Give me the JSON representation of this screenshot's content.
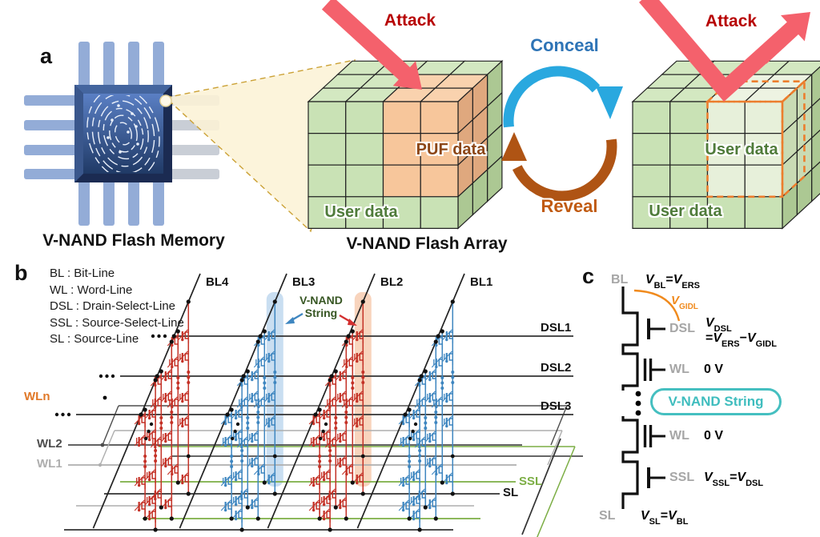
{
  "panel_labels": {
    "a": "a",
    "b": "b",
    "c": "c"
  },
  "panel_a": {
    "chip_caption": "V-NAND Flash Memory",
    "array_caption": "V-NAND Flash Array",
    "attack_left": "Attack",
    "attack_right": "Attack",
    "conceal": "Conceal",
    "reveal": "Reveal",
    "puf_data": "PUF data",
    "user_data_front": "User data",
    "user_data_concealed": "User data",
    "user_data_right": "User data"
  },
  "panel_b": {
    "legend": [
      "BL : Bit-Line",
      "WL : Word-Line",
      "DSL : Drain-Select-Line",
      "SSL : Source-Select-Line",
      "SL : Source-Line"
    ],
    "bit_lines": [
      "BL4",
      "BL3",
      "BL2",
      "BL1"
    ],
    "dsl_lines": [
      "DSL1",
      "DSL2",
      "DSL3"
    ],
    "word_lines": [
      {
        "label": "WLn",
        "color": "#E07828"
      },
      {
        "label": "WL2",
        "color": "#4D4D4D"
      },
      {
        "label": "WL1",
        "color": "#AEAEAE"
      }
    ],
    "ssl_label": "SSL",
    "sl_label": "SL",
    "string_callout_line1": "V-NAND",
    "string_callout_line2": "String"
  },
  "panel_c": {
    "top_terminal": "BL",
    "top_formula": "V[BL]=V[ERS]",
    "gidl_label": "V[GIDL]",
    "gates": [
      {
        "label": "DSL",
        "lines": [
          "V[DSL]",
          "=V[ERS]−V[GIDL]"
        ]
      },
      {
        "label": "WL",
        "lines": [
          "0 V"
        ]
      },
      {
        "label": "WL",
        "lines": [
          "0 V"
        ]
      },
      {
        "label": "SSL",
        "lines": [
          "V[SSL]=V[DSL]"
        ]
      }
    ],
    "badge": "V-NAND String",
    "bottom_terminal": "SL",
    "bottom_formula": "V[SL]=V[BL]"
  },
  "colors": {
    "attack_arrow": "#F4616C",
    "attack_text": "#B70000",
    "conceal_arrow": "#29A8DF",
    "reveal_arrow": "#AF5414",
    "cube_green_front": "#C9E2B5",
    "cube_green_top": "#D3E8C1",
    "cube_green_side": "#ACC893",
    "puf_front": "#F7C69B",
    "puf_top": "#F9D2AE",
    "puf_side": "#DFA87E",
    "hidden_front": "#E7F0DA",
    "hidden_top": "#EDF3E2",
    "hidden_side": "#C9DBB4",
    "dashed_outline": "#EC7D2D",
    "puf_text": "#8C4616",
    "user_text": "#4F7B3A",
    "chip_pin": "#93ACD7",
    "cone_fill": "#FCF3D6",
    "cone_edge": "#CBA135",
    "red_string": "#C43126",
    "blue_string": "#3E86C0",
    "band_blue": "#BCD6EE",
    "band_orange": "#F7CDB2",
    "ssl_green": "#7CAE45",
    "teal": "#45BFC0",
    "gidl_orange": "#F08A1D"
  }
}
